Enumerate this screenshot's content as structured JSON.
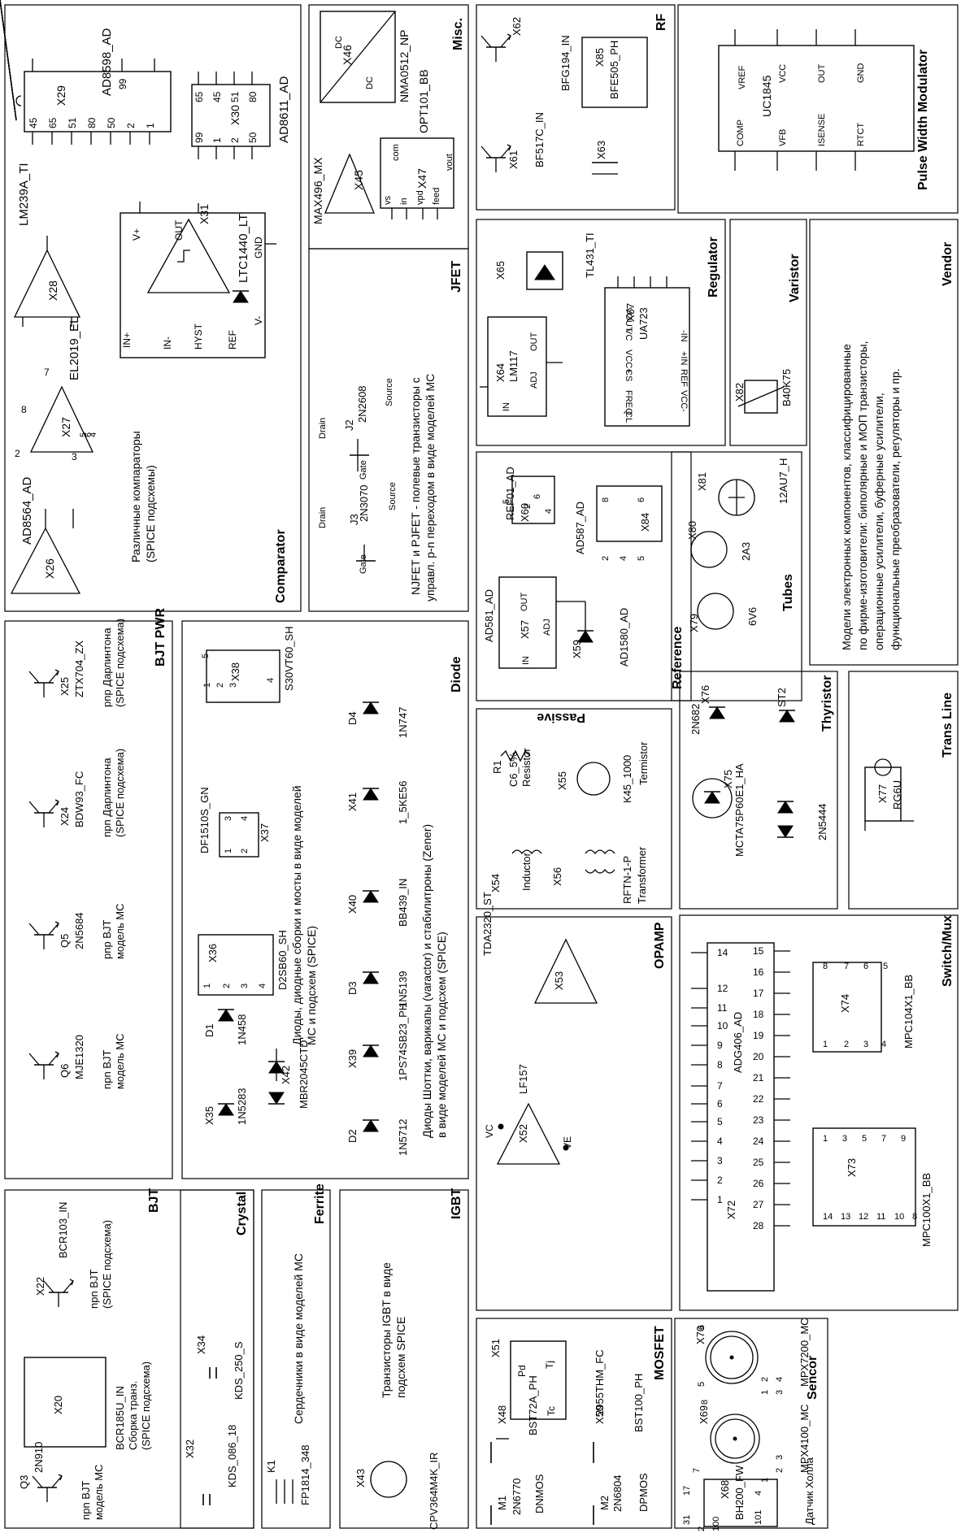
{
  "panels": {
    "comparator": {
      "title": "Comparator",
      "desc": [
        "Различные компараторы",
        "(SPICE подсхемы)"
      ],
      "parts": [
        {
          "ref": "X29",
          "name": "AD8598_AD",
          "pins_left": [
            "45",
            "65",
            "51",
            "80",
            "50",
            "2",
            "1"
          ],
          "pins_right": [
            "99"
          ]
        },
        {
          "ref": "X30",
          "name": "AD8611_AD",
          "pins_a": [
            "99",
            "1",
            "2",
            "50"
          ],
          "pins_b": [
            "65",
            "45",
            "51",
            "80"
          ]
        },
        {
          "ref": "X31",
          "name": "LTC1440_LT",
          "pins": [
            "V+",
            "OUT",
            "GND",
            "IN+",
            "IN-",
            "HYST",
            "REF",
            "V-"
          ]
        },
        {
          "ref": "X28",
          "name": "LM239A_TI"
        },
        {
          "ref": "X27",
          "name": "EL2019_EL",
          "pins": [
            "8",
            "2",
            "3",
            "7",
            "5",
            "6",
            "4"
          ]
        },
        {
          "ref": "X26",
          "name": "AD8564_AD"
        }
      ]
    },
    "misc": {
      "title": "Misc.",
      "parts": [
        {
          "ref": "X46",
          "name": "NMA0512_NP",
          "pins": [
            "DC",
            "DC"
          ]
        },
        {
          "ref": "X45",
          "name": "MAX496_MX"
        },
        {
          "ref": "X47",
          "name": "OPT101_BB",
          "pins": [
            "com",
            "vs",
            "in",
            "vpd",
            "feed",
            "vout"
          ]
        }
      ]
    },
    "jfet": {
      "title": "JFET",
      "desc": [
        "NJFET и PJFET - полевые транзисторы с",
        "управл. p-n переходом в виде моделей МС"
      ],
      "parts": [
        {
          "ref": "J2",
          "name": "2N2608",
          "pins": [
            "Drain",
            "Gate",
            "Source"
          ]
        },
        {
          "ref": "J3",
          "name": "2N3070",
          "pins": [
            "Drain",
            "Gate",
            "Source"
          ]
        }
      ]
    },
    "rf": {
      "title": "RF",
      "parts": [
        {
          "ref": "X62",
          "name": "BFG194_IN"
        },
        {
          "ref": "X85",
          "name": "BFE505_PH"
        },
        {
          "ref": "X61",
          "name": "BF517C_IN"
        },
        {
          "ref": "X63",
          "name": ""
        }
      ]
    },
    "pwm": {
      "title": "Pulse Width Modulator",
      "parts": [
        {
          "ref": "",
          "name": "UC1845",
          "pins": [
            "COMP",
            "VREF",
            "VFB",
            "VCC",
            "ISENSE",
            "OUT",
            "RTCT",
            "GND"
          ]
        }
      ]
    },
    "regulator": {
      "title": "Regulator",
      "parts": [
        {
          "ref": "X65",
          "name": "TL431_TI"
        },
        {
          "ref": "X64",
          "name": "LM117",
          "pins": [
            "IN",
            "OUT",
            "ADJ"
          ]
        },
        {
          "ref": "X67",
          "name": "UA723",
          "pins": [
            "CL",
            "FREQ",
            "CS",
            "VCC+",
            "VC",
            "VOUT",
            "-IN",
            "+IN",
            "REF",
            "VCC-"
          ]
        }
      ]
    },
    "varistor": {
      "title": "Varistor",
      "parts": [
        {
          "ref": "X82",
          "name": "B40K75"
        }
      ]
    },
    "vendor": {
      "title": "Vendor",
      "desc": [
        "Модели электронных компонентов,  классифицированные",
        "по фирме-изготовители: биполярные и МОП транзисторы,",
        "операционные усилители, буферные усилители,",
        "функциональные преобразователи, регуляторы и пр."
      ]
    },
    "reference": {
      "title": "Reference",
      "parts": [
        {
          "ref": "X60",
          "name": "REF01_AD",
          "pins": [
            "5",
            "6",
            "2",
            "4"
          ]
        },
        {
          "ref": "X84",
          "name": "AD587_AD",
          "pins": [
            "2",
            "4",
            "5",
            "8",
            "6"
          ]
        },
        {
          "ref": "X57",
          "name": "AD581_AD",
          "pins": [
            "IN",
            "OUT",
            "ADJ"
          ]
        },
        {
          "ref": "X59",
          "name": "AD1580_AD"
        }
      ]
    },
    "tubes": {
      "title": "Tubes",
      "parts": [
        {
          "ref": "X81",
          "name": "12AU7_H"
        },
        {
          "ref": "X80",
          "name": "2A3"
        },
        {
          "ref": "X79",
          "name": "6V6"
        }
      ]
    },
    "bjtpwr": {
      "title": "BJT PWR",
      "parts": [
        {
          "ref": "X25",
          "name": "ZTX704_ZX",
          "desc": [
            "pnp Дарлинтона",
            "(SPICE подсхема)"
          ]
        },
        {
          "ref": "X24",
          "name": "BDW93_FC",
          "desc": [
            "npn Дарлинтона",
            "(SPICE подсхема)"
          ]
        },
        {
          "ref": "Q5",
          "name": "2N5684",
          "desc": [
            "pnp BJT",
            "модель МС"
          ]
        },
        {
          "ref": "Q6",
          "name": "MJE1320",
          "desc": [
            "npn BJT",
            "модель МС"
          ]
        }
      ]
    },
    "diode": {
      "title": "Diode",
      "desc1": [
        "Диоды, диодные сборки и мосты в виде моделей",
        "МС и подсхем (SPICE)"
      ],
      "desc2": [
        "Диоды Шоттки, варикапы (varactor) и стабилитроны (Zener)",
        "в виде моделей  МС и подсхем (SPICE)"
      ],
      "parts": [
        {
          "ref": "X38",
          "name": "S30VT60_SH",
          "pins": [
            "1",
            "2",
            "3",
            "4",
            "5"
          ]
        },
        {
          "ref": "X37",
          "name": "DF1510S_GN",
          "pins": [
            "1",
            "2",
            "3",
            "4"
          ]
        },
        {
          "ref": "X36",
          "name": "D2SB60_SH",
          "pins": [
            "1",
            "2",
            "3",
            "4"
          ]
        },
        {
          "ref": "D1",
          "name": "1N458"
        },
        {
          "ref": "X35",
          "name": "1N5283"
        },
        {
          "ref": "X42",
          "name": "MBR2045CTD"
        },
        {
          "ref": "D4",
          "name": "1N747"
        },
        {
          "ref": "X41",
          "name": "1_5KE56"
        },
        {
          "ref": "X40",
          "name": "BB439_IN"
        },
        {
          "ref": "D3",
          "name": "1N5139"
        },
        {
          "ref": "X39",
          "name": "1PS74SB23_PH"
        },
        {
          "ref": "D2",
          "name": "1N5712"
        }
      ]
    },
    "passive": {
      "title": "Passive",
      "parts": [
        {
          "ref": "R1",
          "name": "C6_5%",
          "label": "Resistor"
        },
        {
          "ref": "X55",
          "name": "K45_1000",
          "label": "Termistor"
        },
        {
          "ref": "X54",
          "name": "",
          "label": "Inductor"
        },
        {
          "ref": "X56",
          "name": "RFTN-1-P",
          "label": "Transformer"
        }
      ]
    },
    "thyristor": {
      "title": "Thyristor",
      "parts": [
        {
          "ref": "X76",
          "name": "2N682"
        },
        {
          "ref": "ST2",
          "name": ""
        },
        {
          "ref": "X75",
          "name": "MCTA75P60E1_HA"
        },
        {
          "ref": "",
          "name": "2N5444"
        }
      ]
    },
    "transline": {
      "title": "Trans Line",
      "parts": [
        {
          "ref": "X77",
          "name": "RG6U"
        }
      ]
    },
    "opamp": {
      "title": "OPAMP",
      "parts": [
        {
          "ref": "X53",
          "name": "TDA2320_ST"
        },
        {
          "ref": "X52",
          "name": "LF157",
          "pins": [
            "VC",
            "VE"
          ]
        }
      ]
    },
    "switchmux": {
      "title": "Switch/Mux",
      "parts": [
        {
          "ref": "X72",
          "name": "ADG406_AD",
          "pins_left": [
            "14",
            "12",
            "11",
            "10",
            "9",
            "8",
            "7",
            "6",
            "5",
            "4",
            "3",
            "2",
            "1"
          ],
          "pins_right": [
            "15",
            "16",
            "17",
            "18",
            "19",
            "20",
            "21",
            "22",
            "23",
            "24",
            "25",
            "26",
            "27",
            "28"
          ]
        },
        {
          "ref": "X74",
          "name": "MPC104X1_BB",
          "pins": [
            "1",
            "2",
            "3",
            "4",
            "5",
            "6",
            "7",
            "8"
          ]
        },
        {
          "ref": "X73",
          "name": "MPC100X1_BB",
          "pins": [
            "1",
            "3",
            "5",
            "7",
            "9",
            "14",
            "13",
            "12",
            "11",
            "10",
            "8"
          ]
        }
      ]
    },
    "bjt": {
      "title": "BJT",
      "parts": [
        {
          "ref": "Q3",
          "name": "2N910",
          "desc": [
            "npn BJT",
            "модель МС"
          ]
        },
        {
          "ref": "X20",
          "name": "BCR185U_IN",
          "desc": [
            "Сборка транз.",
            "(SPICE подсхема)"
          ]
        },
        {
          "ref": "X22",
          "name": "BCR103_IN",
          "desc": [
            "npn BJT",
            "(SPICE подсхема)"
          ]
        }
      ]
    },
    "crystal": {
      "title": "Crystal",
      "parts": [
        {
          "ref": "X32",
          "name": "KDS_086_18"
        },
        {
          "ref": "X34",
          "name": "KDS_250_S"
        }
      ]
    },
    "ferrite": {
      "title": "Ferrite",
      "desc": [
        "Сердечники в виде моделей МС"
      ],
      "parts": [
        {
          "ref": "K1",
          "name": "FP1814_348"
        }
      ]
    },
    "igbt": {
      "title": "IGBT",
      "desc": [
        "Транзисторы IGBT в виде",
        "подсхем SPICE"
      ],
      "parts": [
        {
          "ref": "X43",
          "name": "CPV364M4K_IR"
        }
      ]
    },
    "mosfet": {
      "title": "MOSFET",
      "parts": [
        {
          "ref": "X51",
          "name": "2955THM_FC",
          "pins": [
            "Pd",
            "Tj",
            "Tc"
          ]
        },
        {
          "ref": "X48",
          "name": "BST72A_PH"
        },
        {
          "ref": "M1",
          "name": "2N6770",
          "label": "DNMOS"
        },
        {
          "ref": "X50",
          "name": "BST100_PH"
        },
        {
          "ref": "M2",
          "name": "2N6804",
          "label": "DPMOS"
        }
      ]
    },
    "sencor": {
      "title": "Sencor",
      "parts": [
        {
          "ref": "X70",
          "name": "MPX7200_MC",
          "pins": [
            "6",
            "5",
            "1",
            "2",
            "3",
            "4"
          ]
        },
        {
          "ref": "X69",
          "name": "MPX4100_MC",
          "pins": [
            "8",
            "7",
            "1",
            "2",
            "3"
          ]
        },
        {
          "ref": "X68",
          "name": "BH200_FW",
          "pins": [
            "17",
            "4",
            "31",
            "101",
            "2",
            "100"
          ],
          "label": "Датчик Холла"
        }
      ]
    }
  }
}
